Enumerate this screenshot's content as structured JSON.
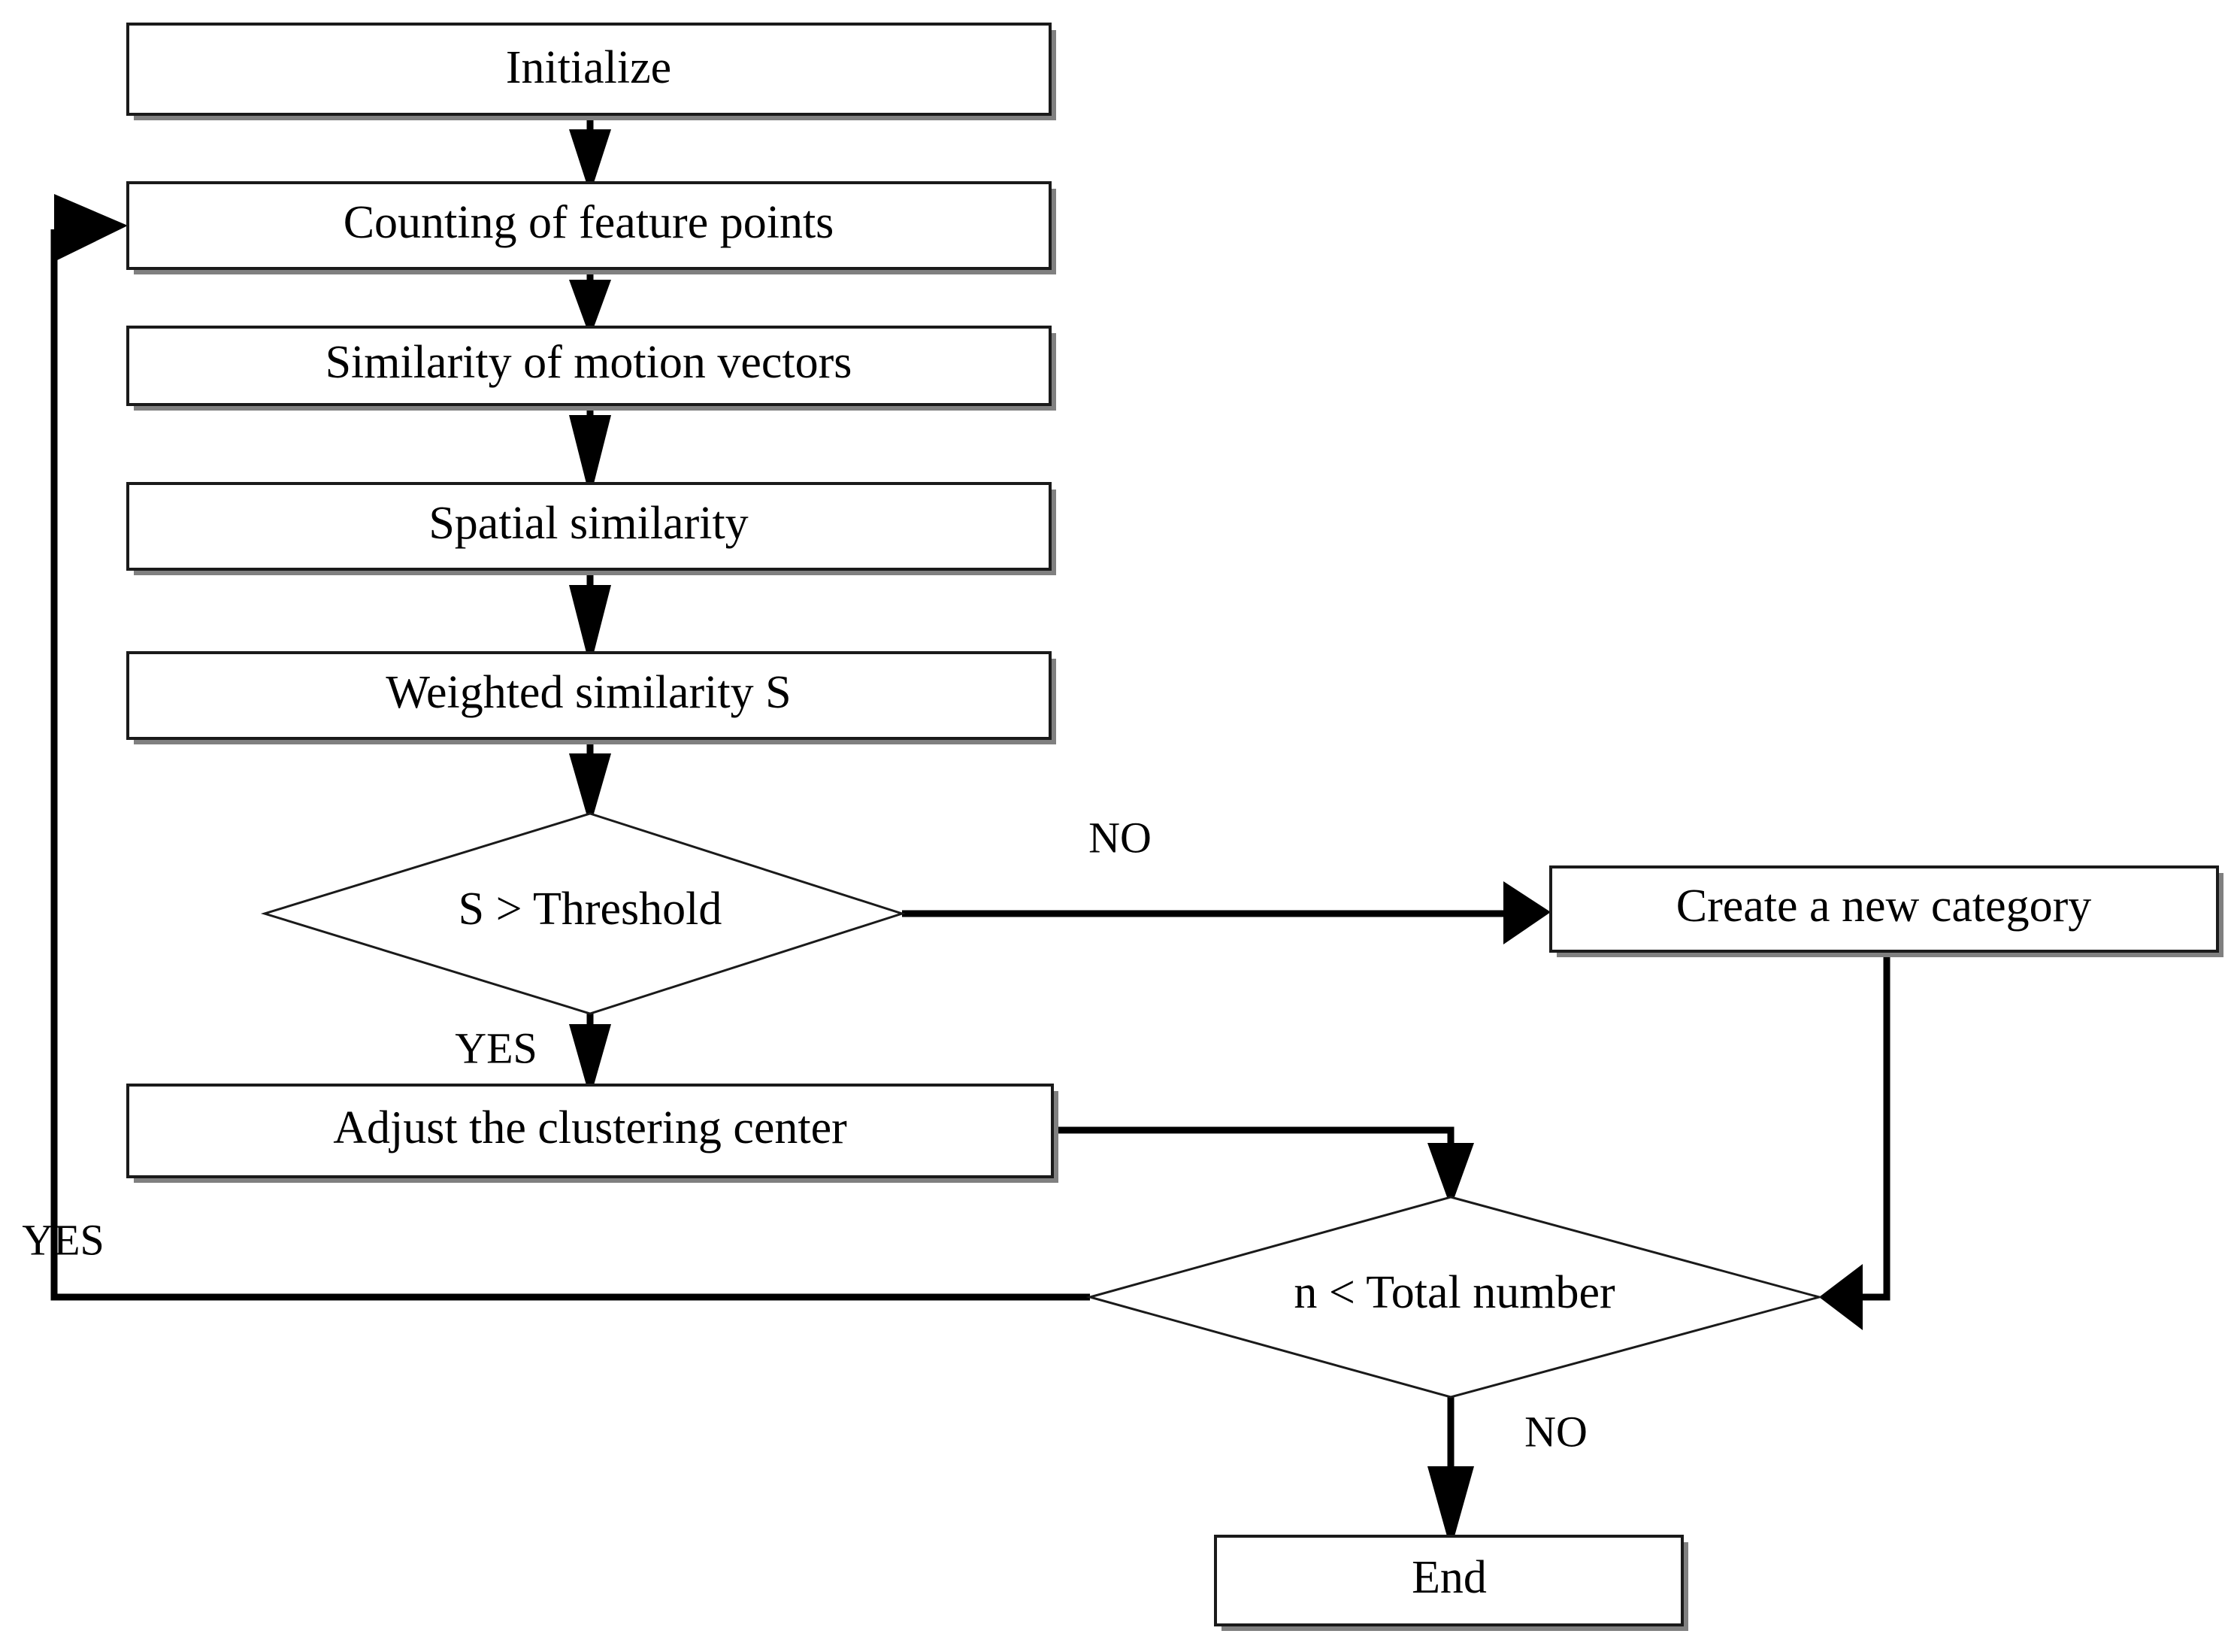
{
  "diagram": {
    "type": "flowchart",
    "title": "Feature point clustering flowchart",
    "background_color": "#ffffff",
    "line_color": "#000000",
    "box_fill": "#ffffff",
    "nodes": [
      {
        "id": "initialize",
        "shape": "rectangle",
        "label": "Initialize"
      },
      {
        "id": "counting",
        "shape": "rectangle",
        "label": "Counting of feature points"
      },
      {
        "id": "similarity",
        "shape": "rectangle",
        "label": "Similarity of motion vectors"
      },
      {
        "id": "spatial",
        "shape": "rectangle",
        "label": "Spatial similarity"
      },
      {
        "id": "weighted",
        "shape": "rectangle",
        "label": "Weighted similarity S"
      },
      {
        "id": "threshold",
        "shape": "diamond",
        "label": "S > Threshold"
      },
      {
        "id": "new-category",
        "shape": "rectangle",
        "label": "Create a new category"
      },
      {
        "id": "adjust-center",
        "shape": "rectangle",
        "label": "Adjust the clustering center"
      },
      {
        "id": "total-number",
        "shape": "diamond",
        "label": "n < Total number"
      },
      {
        "id": "end",
        "shape": "rectangle",
        "label": "End"
      }
    ],
    "edge_labels": {
      "threshold_no": "NO",
      "threshold_yes": "YES",
      "total_yes": "YES",
      "total_no": "NO"
    },
    "edges": [
      {
        "from": "initialize",
        "to": "counting",
        "label": ""
      },
      {
        "from": "counting",
        "to": "similarity",
        "label": ""
      },
      {
        "from": "similarity",
        "to": "spatial",
        "label": ""
      },
      {
        "from": "spatial",
        "to": "weighted",
        "label": ""
      },
      {
        "from": "weighted",
        "to": "threshold",
        "label": ""
      },
      {
        "from": "threshold",
        "to": "new-category",
        "label": "NO"
      },
      {
        "from": "threshold",
        "to": "adjust-center",
        "label": "YES"
      },
      {
        "from": "adjust-center",
        "to": "total-number",
        "label": ""
      },
      {
        "from": "new-category",
        "to": "total-number",
        "label": ""
      },
      {
        "from": "total-number",
        "to": "counting",
        "label": "YES"
      },
      {
        "from": "total-number",
        "to": "end",
        "label": "NO"
      }
    ]
  }
}
